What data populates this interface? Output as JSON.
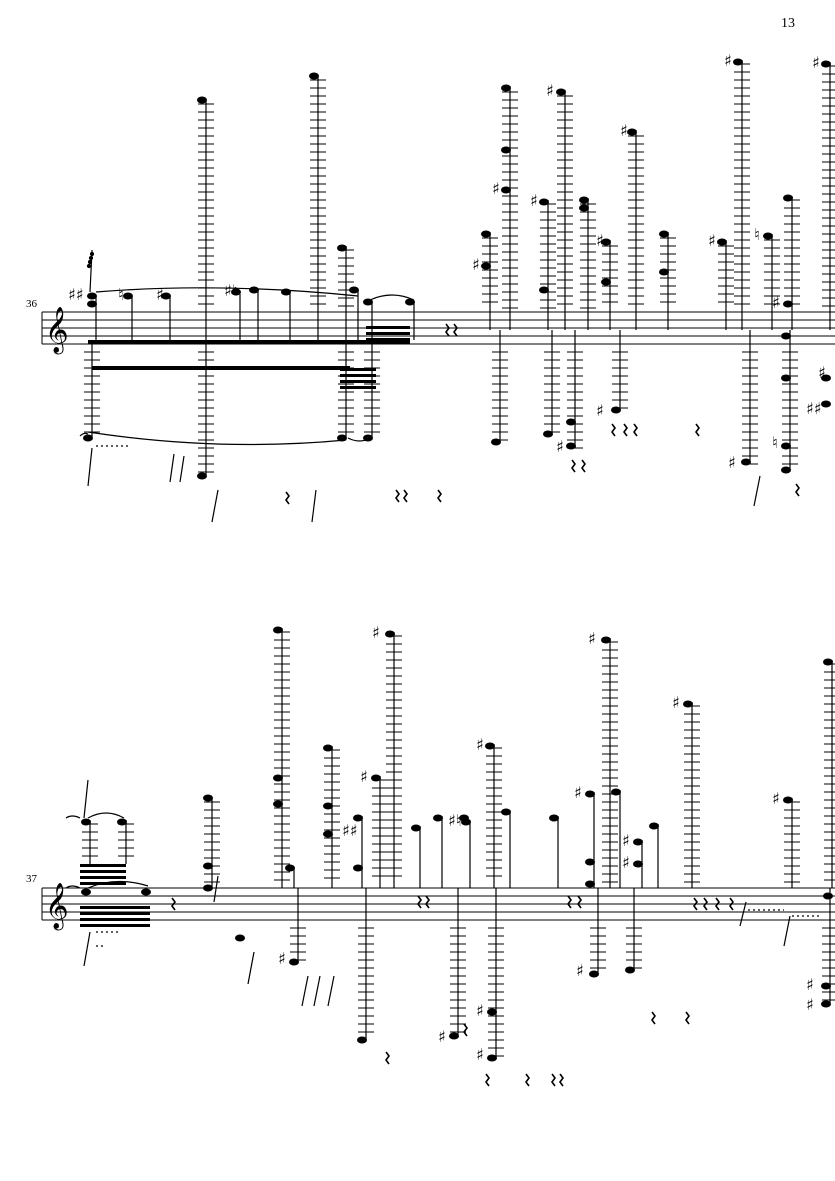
{
  "page": {
    "number": "13"
  },
  "systems": [
    {
      "measure_number": "36"
    },
    {
      "measure_number": "37"
    }
  ],
  "colors": {
    "ink": "#000000",
    "paper": "#ffffff"
  }
}
